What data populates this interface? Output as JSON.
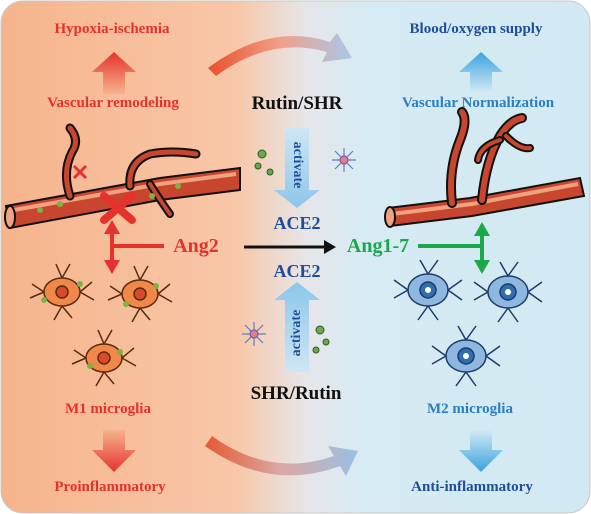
{
  "left": {
    "top_outcome": "Hypoxia-ischemia",
    "vessel_state": "Vascular remodeling",
    "mediator": "Ang2",
    "microglia": "M1 microglia",
    "bottom_outcome": "Proinflammatory"
  },
  "center": {
    "top_treatment": "Rutin/SHR",
    "top_activate": "activate",
    "ace2_top": "ACE2",
    "ace2_bottom": "ACE2",
    "bottom_activate": "activate",
    "bottom_treatment": "SHR/Rutin"
  },
  "right": {
    "top_outcome": "Blood/oxygen supply",
    "vessel_state": "Vascular Normalization",
    "mediator": "Ang1-7",
    "microglia": "M2 microglia",
    "bottom_outcome": "Anti-inflammatory"
  },
  "colors": {
    "left_panel": "#f6b48c",
    "right_panel": "#d2e9f3",
    "inhibit_red": "#e5322d",
    "inhibit_green": "#1aa84a",
    "label_blue": "#1f4e99"
  }
}
